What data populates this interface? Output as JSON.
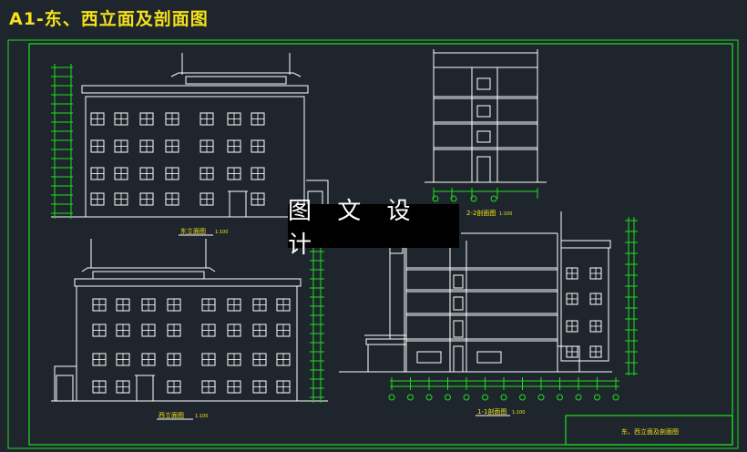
{
  "sheet": {
    "title": "A1-东、西立面及剖面图",
    "watermark": "图 文 设 计",
    "colors": {
      "background": "#1f252c",
      "border": "#1ee01e",
      "linework": "#ffffff",
      "title": "#f5e21b",
      "dimension": "#1ee01e",
      "label": "#f0e21b"
    }
  },
  "drawings": {
    "east_elevation": {
      "caption": "东立面图",
      "scale": "1:100"
    },
    "west_elevation": {
      "caption": "西立面图",
      "scale": "1:100"
    },
    "section_2": {
      "caption": "2-2剖面图",
      "scale": "1:100"
    },
    "section_1": {
      "caption": "1-1剖面图",
      "scale": "1:100"
    }
  },
  "title_block": {
    "text": "东、西立面及剖面图"
  }
}
